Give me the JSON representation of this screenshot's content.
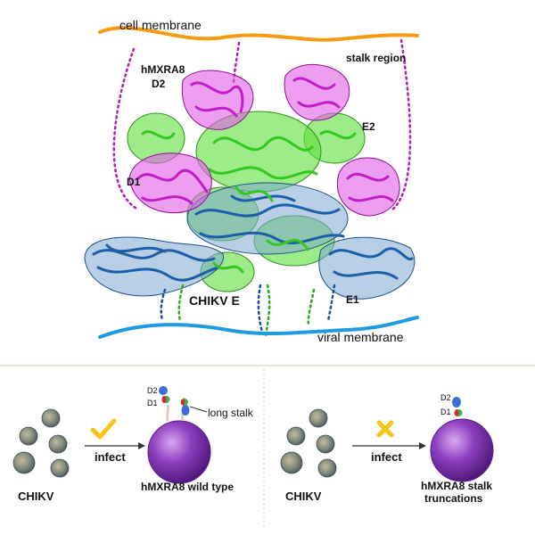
{
  "structure": {
    "cell_membrane": "cell membrane",
    "stalk_region": "stalk region",
    "receptor_name": "hMXRA8",
    "d2": "D2",
    "d1": "D1",
    "e2": "E2",
    "e1": "E1",
    "complex": "CHIKV E",
    "viral_membrane": "viral membrane"
  },
  "left_panel": {
    "virus": "CHIKV",
    "arrow": "infect",
    "cell": "hMXRA8 wild type",
    "d2": "D2",
    "d1": "D1",
    "stalk": "long stalk",
    "outcome_icon": "checkmark-icon"
  },
  "right_panel": {
    "virus": "CHIKV",
    "arrow": "infect",
    "cell_line1": "hMXRA8 stalk",
    "cell_line2": "truncations",
    "d2": "D2",
    "d1": "D1",
    "outcome_icon": "cross-icon"
  },
  "colors": {
    "cell_membrane": "#f39c12",
    "viral_membrane": "#1f9be0",
    "receptor": "#c01ec8",
    "e2": "#33c81e",
    "e1": "#1c5ea8",
    "cell": "#7b2fa3",
    "check": "#f5c518",
    "divider": "#d9c7a8"
  }
}
